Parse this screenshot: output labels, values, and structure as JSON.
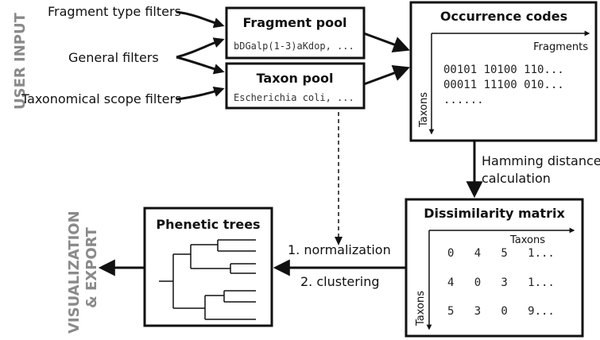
{
  "side_labels": {
    "user_input": "USER INPUT",
    "vis_line1": "VISUALIZATION",
    "vis_line2": "& EXPORT"
  },
  "inputs": {
    "fragment_type_filters": "Fragment type filters",
    "general_filters": "General filters",
    "taxonomical_scope_filters": "Taxonomical scope filters"
  },
  "fragment_pool": {
    "title": "Fragment pool",
    "example": "bDGalp(1-3)aKdop, ..."
  },
  "taxon_pool": {
    "title": "Taxon pool",
    "example": "Escherichia coli, ..."
  },
  "occurrence_codes": {
    "title": "Occurrence codes",
    "x_axis": "Fragments",
    "y_axis": "Taxons",
    "rows": [
      "00101 10100 110...",
      "00011 11100 010...",
      "......"
    ]
  },
  "hamming": {
    "line1": "Hamming distance",
    "line2": "calculation"
  },
  "dissimilarity_matrix": {
    "title": "Dissimilarity matrix",
    "x_axis": "Taxons",
    "y_axis": "Taxons",
    "rows": [
      "0   4   5   1...",
      "4   0   3   1...",
      "5   3   0   9..."
    ]
  },
  "steps": {
    "normalization": "1. normalization",
    "clustering": "2. clustering"
  },
  "phenetic_trees": {
    "title": "Phenetic trees"
  }
}
